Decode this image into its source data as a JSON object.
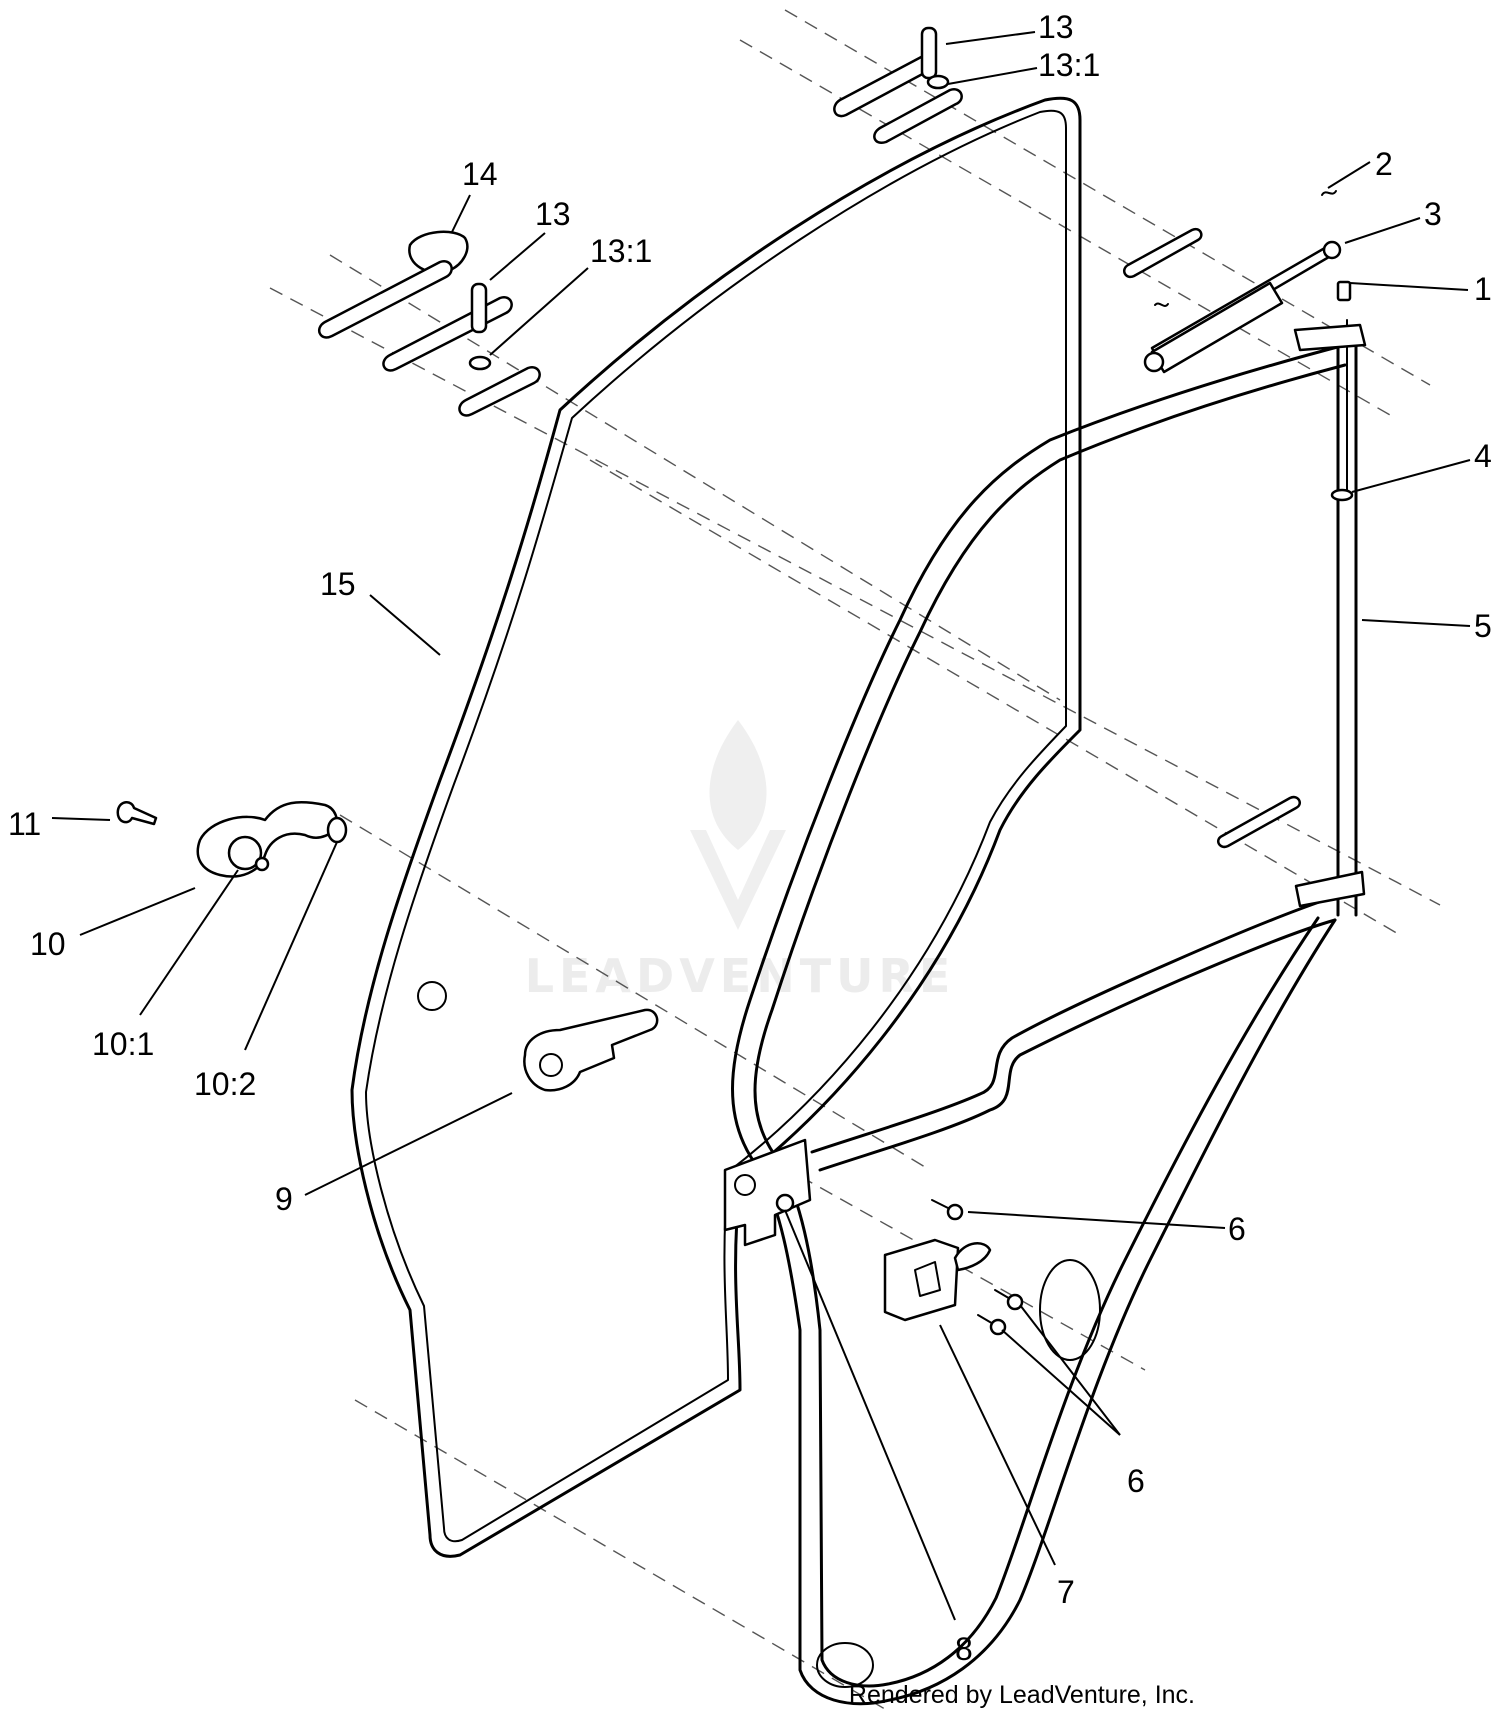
{
  "callouts": [
    {
      "id": "c1",
      "label": "1"
    },
    {
      "id": "c2",
      "label": "2"
    },
    {
      "id": "c3",
      "label": "3"
    },
    {
      "id": "c4",
      "label": "4"
    },
    {
      "id": "c5",
      "label": "5"
    },
    {
      "id": "c6a",
      "label": "6"
    },
    {
      "id": "c6b",
      "label": "6"
    },
    {
      "id": "c7",
      "label": "7"
    },
    {
      "id": "c8",
      "label": "8"
    },
    {
      "id": "c9",
      "label": "9"
    },
    {
      "id": "c10",
      "label": "10"
    },
    {
      "id": "c10_1",
      "label": "10:1"
    },
    {
      "id": "c10_2",
      "label": "10:2"
    },
    {
      "id": "c11",
      "label": "11"
    },
    {
      "id": "c13a",
      "label": "13"
    },
    {
      "id": "c13_1a",
      "label": "13:1"
    },
    {
      "id": "c13b",
      "label": "13"
    },
    {
      "id": "c13_1b",
      "label": "13:1"
    },
    {
      "id": "c14",
      "label": "14"
    },
    {
      "id": "c15",
      "label": "15"
    }
  ],
  "watermark": "LEADVENTURE",
  "footer": "Rendered by LeadVenture, Inc."
}
